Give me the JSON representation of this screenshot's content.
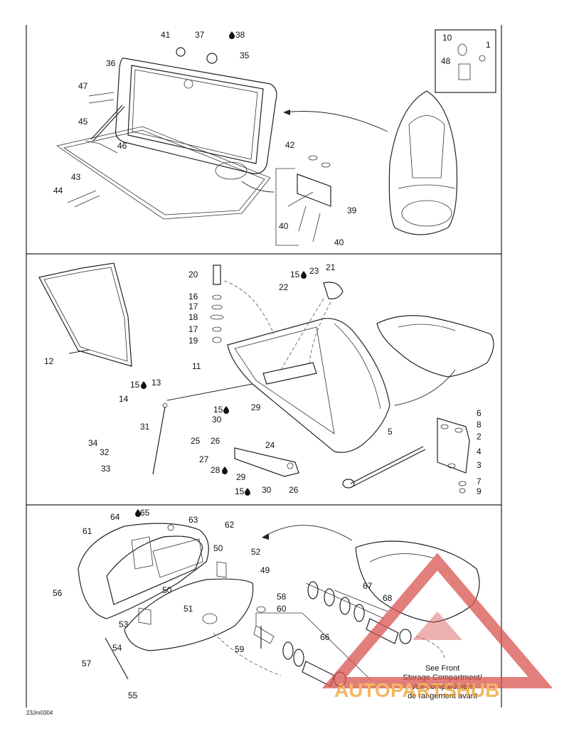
{
  "diagram_code": "23Jm0304",
  "watermark": "AUTOPARTSHUB",
  "note": {
    "line1": "See Front",
    "line2": "Storage Compartment/",
    "line3": "Voir compartiment",
    "line4": "de rangement avant"
  },
  "colors": {
    "line": "#222222",
    "watermark_red": "#d9534f",
    "watermark_orange": "#f0a030"
  },
  "labels": {
    "p1": "1",
    "p2": "2",
    "p3": "3",
    "p4": "4",
    "p5": "5",
    "p6": "6",
    "p7": "7",
    "p8": "8",
    "p9": "9",
    "p10": "10",
    "p11": "11",
    "p12": "12",
    "p13": "13",
    "p14": "14",
    "p15a": "15",
    "p15b": "15",
    "p15c": "15",
    "p16": "16",
    "p17a": "17",
    "p17b": "17",
    "p18": "18",
    "p19": "19",
    "p20": "20",
    "p21": "21",
    "p22": "22",
    "p23": "23",
    "p24": "24",
    "p25": "25",
    "p26a": "26",
    "p26b": "26",
    "p27": "27",
    "p28": "28",
    "p29a": "29",
    "p29b": "29",
    "p30a": "30",
    "p30b": "30",
    "p31": "31",
    "p32": "32",
    "p33": "33",
    "p34": "34",
    "p35": "35",
    "p36": "36",
    "p37": "37",
    "p38": "38",
    "p39": "39",
    "p40a": "40",
    "p40b": "40",
    "p41": "41",
    "p42": "42",
    "p43": "43",
    "p44": "44",
    "p45": "45",
    "p46": "46",
    "p47": "47",
    "p48": "48",
    "p49": "49",
    "p50a": "50",
    "p50b": "50",
    "p51": "51",
    "p52": "52",
    "p53": "53",
    "p54": "54",
    "p55": "55",
    "p56": "56",
    "p57": "57",
    "p58": "58",
    "p59": "59",
    "p60": "60",
    "p61": "61",
    "p62": "62",
    "p63": "63",
    "p64": "64",
    "p65": "65",
    "p66": "66",
    "p67": "67",
    "p68": "68"
  },
  "sections": [
    "top-glove-box",
    "middle-storage-bin",
    "bottom-rear-storage"
  ]
}
